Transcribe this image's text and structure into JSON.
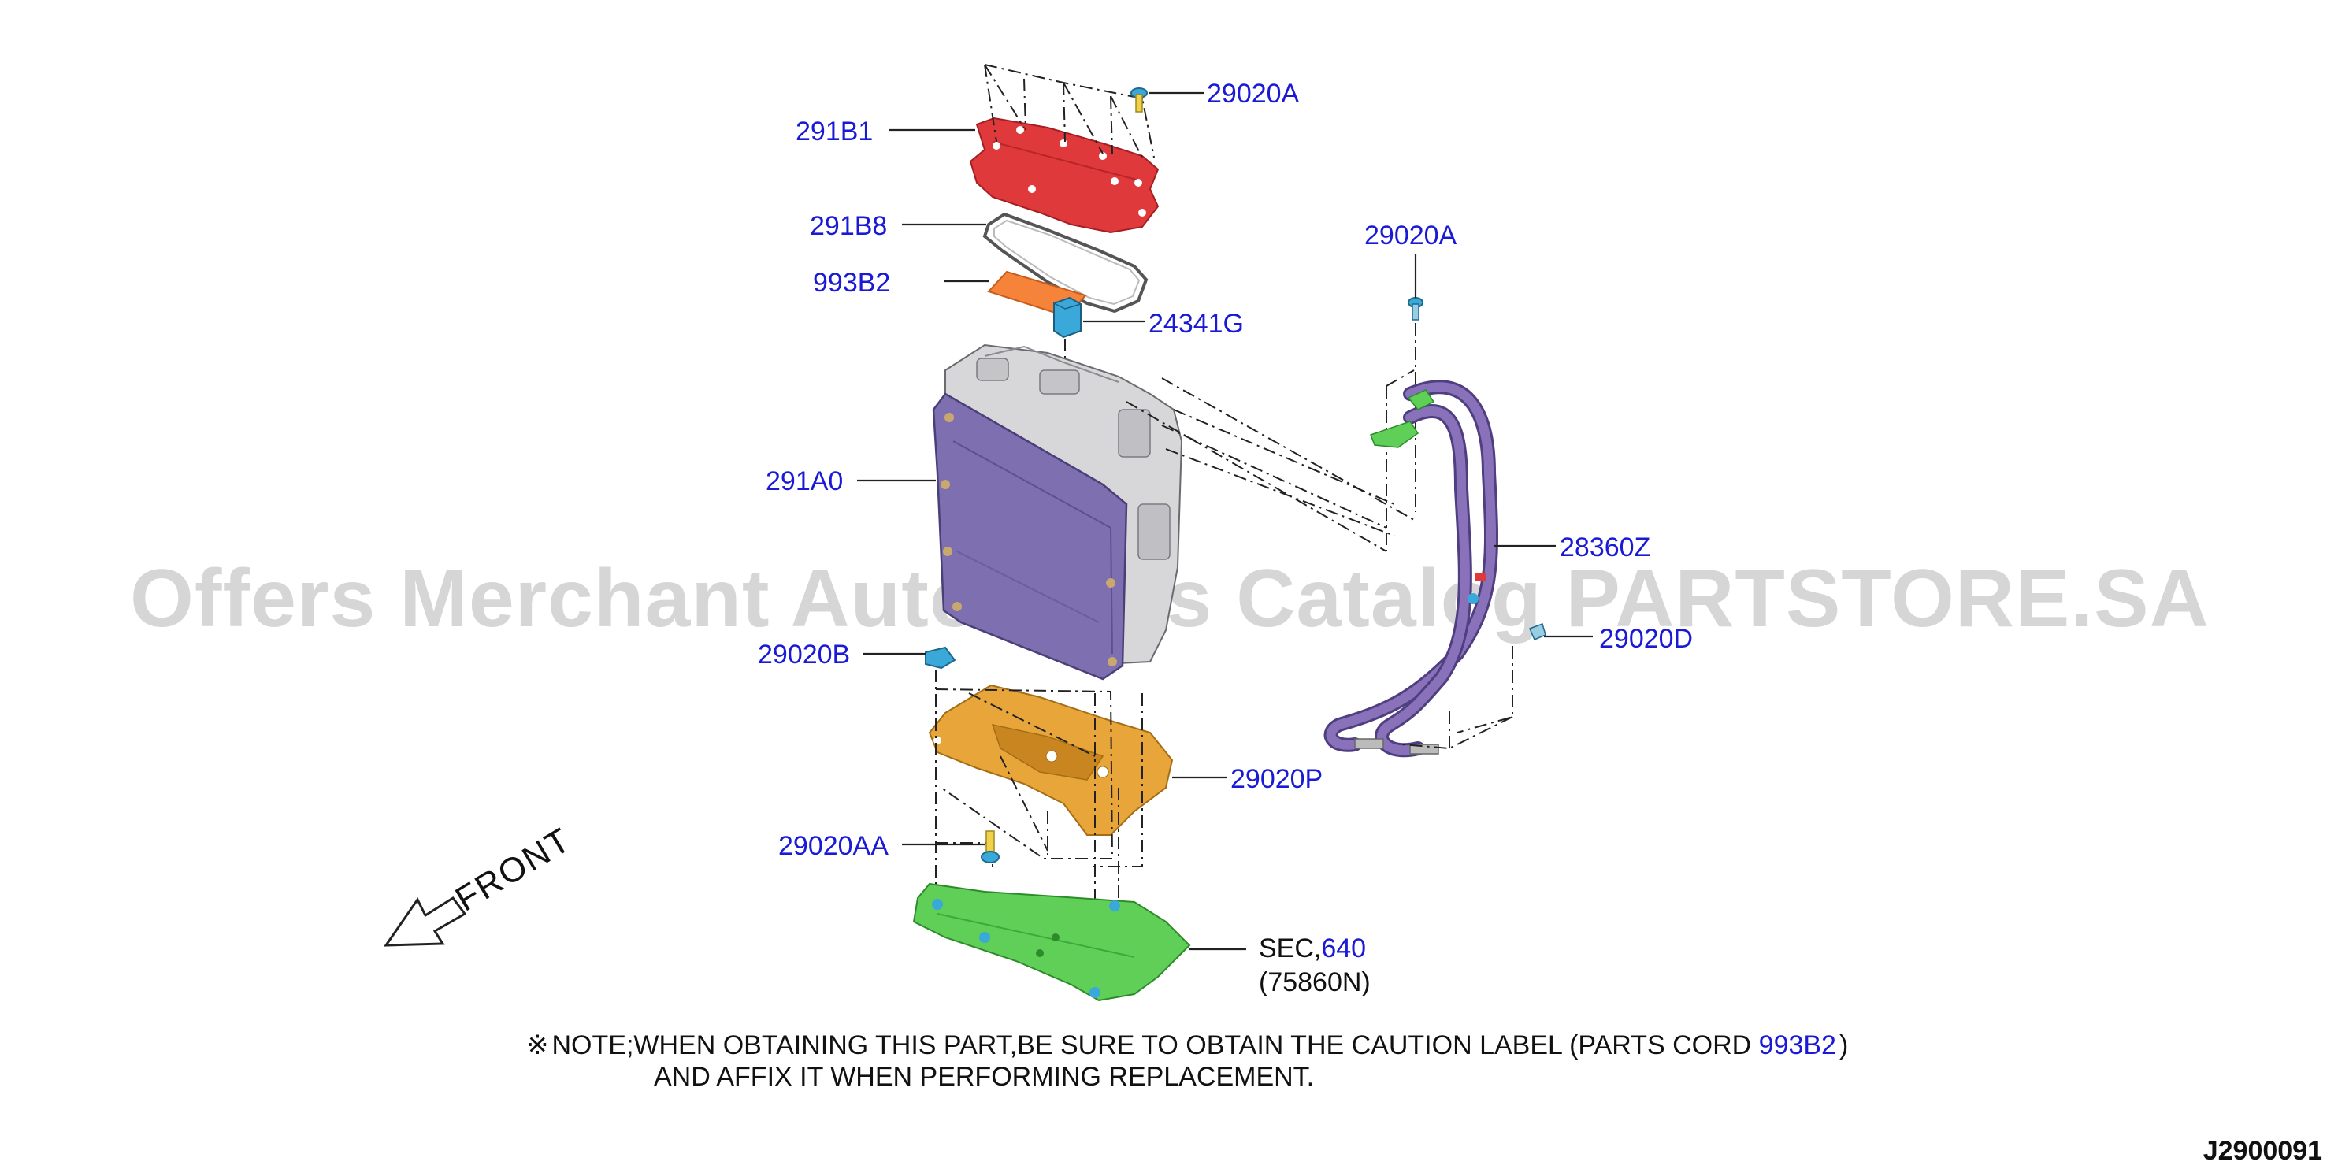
{
  "parts": {
    "p291B1": "291B1",
    "p29020A_top": "29020A",
    "p291B8": "291B8",
    "p993B2": "993B2",
    "p24341G": "24341G",
    "p29020A_mid": "29020A",
    "p291A0": "291A0",
    "p28360Z": "28360Z",
    "p29020B": "29020B",
    "p29020D": "29020D",
    "p29020P": "29020P",
    "p29020AA": "29020AA"
  },
  "sec": {
    "prefix": "SEC,",
    "number": "640",
    "sub": "(75860N)"
  },
  "front_label": "FRONT",
  "watermark": "Offers Merchant Auto Parts Catalog PARTSTORE.SA",
  "note": {
    "mark": "※",
    "line1_prefix": "NOTE;WHEN OBTAINING THIS PART,BE SURE TO OBTAIN THE CAUTION LABEL (PARTS CORD ",
    "line1_code": "993B2",
    "line1_suffix": ")",
    "line2": "AND AFFIX IT WHEN PERFORMING REPLACEMENT."
  },
  "diagram_code": "J2900091",
  "colors": {
    "label_blue": "#1a1ad6",
    "cover_red": "#e0393b",
    "label_orange": "#f5843a",
    "inverter_purple": "#7d6fb0",
    "bracket_orange": "#e8a63a",
    "shield_green": "#5fcf57",
    "hose_purple": "#7a64a8",
    "bolt_cyan": "#3aa8d8"
  }
}
